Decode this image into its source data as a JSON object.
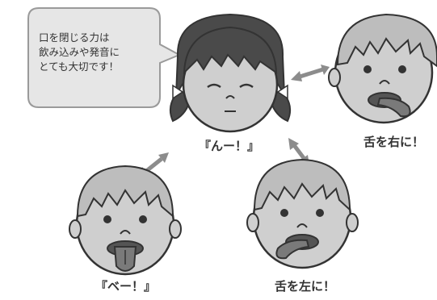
{
  "bubble": {
    "lines": [
      "口を閉じる力は",
      "飲み込みや発音に",
      "とても大切です！"
    ]
  },
  "labels": {
    "center": "『んー！』",
    "right": "舌を右に！",
    "bottom_left": "『ベー！』",
    "bottom_right": "舌を左に！"
  },
  "colors": {
    "face": "#cfcfcf",
    "hair": "#4a4a4a",
    "outline": "#333333",
    "arrow": "#8c8c8c",
    "tongue": "#7a7a7a",
    "bubble_fill": "#e6e6e6",
    "bubble_stroke": "#9a9a9a"
  }
}
